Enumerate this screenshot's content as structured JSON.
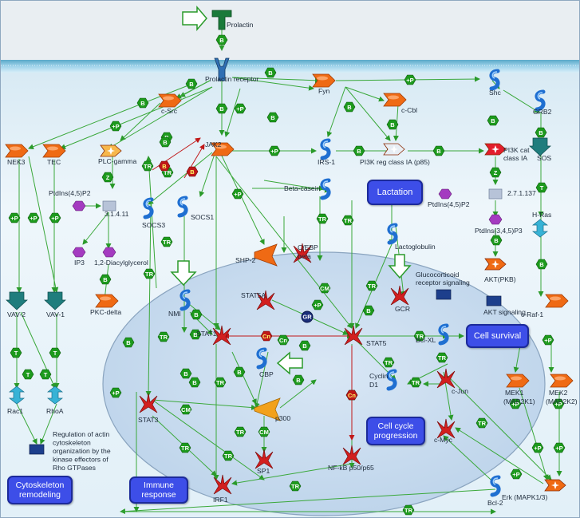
{
  "ligand": "Prolactin",
  "receptor": "Prolactin receptor",
  "membrane_proteins": {
    "fyn": "Fyn",
    "shc": "Shc",
    "c_cbl": "c-Cbl",
    "grb2": "GRB2",
    "c_src": "c-Src",
    "nek3": "NEK3",
    "tec": "TEC",
    "plc_gamma": "PLC-gamma",
    "jak2": "JAK2",
    "irs1": "IRS-1",
    "pi3k_reg": "PI3K reg class IA (p85)",
    "pi3k_cat": "PI3K cat class IA",
    "sos": "SOS",
    "h_ras": "H-Ras",
    "c_raf1": "c-Raf-1",
    "akt": "AKT(PKB)",
    "vav2": "VAV-2",
    "vav1": "VAV-1",
    "rac1": "Rac1",
    "rhoa": "RhoA",
    "pkc_delta": "PKC-delta",
    "socs3": "SOCS3",
    "socs1": "SOCS1",
    "shp2": "SHP-2",
    "nmi": "NMI",
    "stat5a": "STAT5A",
    "stat1": "STAT1",
    "stat3": "STAT3",
    "stat5": "STAT5",
    "cbp": "CBP",
    "p300": "p300",
    "sp1": "SP1",
    "irf1": "IRF1",
    "nfkb": "NF-kB p50/p65",
    "cebp_beta": "C/EBP beta",
    "beta_casein": "Beta-casein",
    "lactoglobulin": "Lactoglobulin",
    "gcr": "GCR",
    "gr": "GR",
    "bcl_xl": "Bcl-XL",
    "cyclin_d1": "Cyclin D1",
    "c_jun": "c-Jun",
    "c_myc": "c-Myc",
    "mek1": "MEK1 (MAP2K1)",
    "mek2": "MEK2 (MAP2K2)",
    "erk": "Erk (MAPK1/3)",
    "bcl2": "Bcl-2"
  },
  "metabolites": {
    "ptdins_p2_left": "PtdIns(4,5)P2",
    "enzyme_3_1_4_11": "3.1.4.11",
    "ip3": "IP3",
    "diacylglycerol": "1,2-Diacylglycerol",
    "ptdins_p2_right": "PtdIns(4,5)P2",
    "enzyme_2_7_1_137": "2.7.1.137",
    "ptdins_p3": "PtdIns(3,4,5)P3"
  },
  "signaling_notes": {
    "glucocorticoid": "Glucocorticoid receptor signaling",
    "akt_signaling": "AKT signaling",
    "actin_regulation": "Regulation of actin cytoskeleton organization by the kinase effectors of Rho GTPases"
  },
  "process_boxes": {
    "lactation": "Lactation",
    "cell_survival": "Cell survival",
    "cell_cycle": "Cell cycle progression",
    "cytoskeleton": "Cytoskeleton remodeling",
    "immune": "Immune response"
  },
  "legend_colors": {
    "binding": "#1d9a1d",
    "inhibition": "#c01818",
    "protein": "#e05a10",
    "transcription_factor": "#d21f1f",
    "membrane": "#6bb6d6",
    "nucleus": "#c9dcef",
    "process_box": "#3d4ee8"
  },
  "edge_codes": [
    "B",
    "+P",
    "Z",
    "T",
    "TR",
    "CM",
    "Cn",
    "GR"
  ]
}
